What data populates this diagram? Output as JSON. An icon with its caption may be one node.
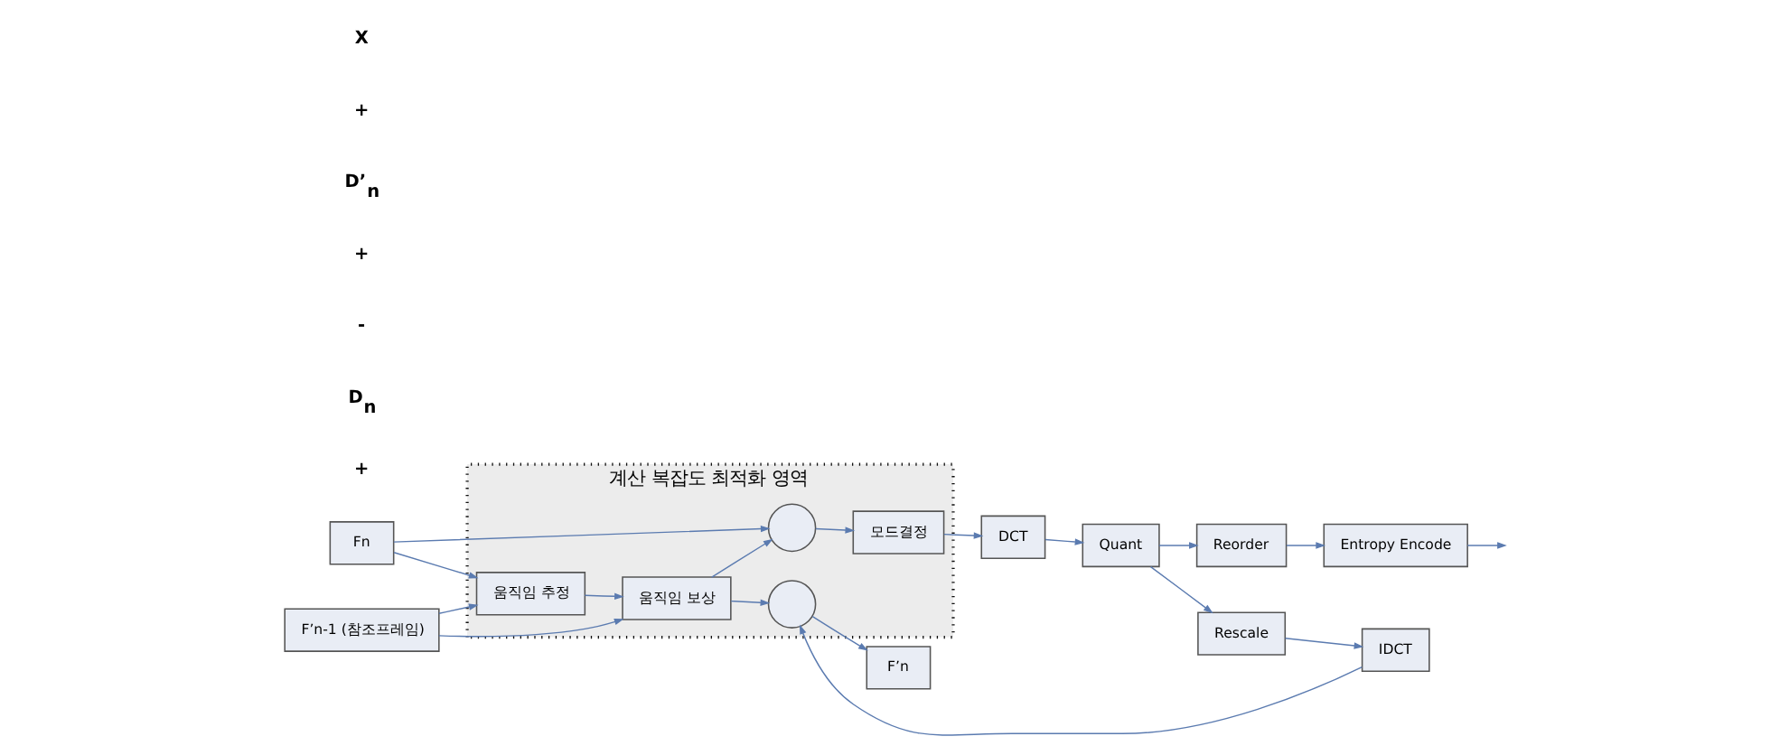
{
  "diagram": {
    "nodes": [
      {
        "text": [
          "계산 복잡도 최적화 영역"
        ]
      },
      {
        "text": [
          "Fn"
        ]
      },
      {
        "text": [
          "F’n-1 (참조프레임)"
        ]
      },
      {
        "text": [
          "움직임 추정"
        ],
        "in": 0
      },
      {
        "text": [
          "움직임 보상"
        ],
        "in": 0
      },
      {
        "text": [],
        "shape": "circle",
        "in": 0
      },
      {
        "text": [
          "모드결정"
        ],
        "in": 0
      },
      {
        "text": [
          "DCT"
        ]
      },
      {
        "text": [
          "Quant"
        ]
      },
      {
        "text": [],
        "shape": "circle",
        "in": 0
      },
      {
        "text": [
          "F’n"
        ]
      },
      {
        "text": [
          "IDCT"
        ]
      },
      {
        "text": [
          "Rescale"
        ]
      },
      {
        "text": [
          "Reorder"
        ]
      },
      {
        "text": [
          "Entropy Encode"
        ]
      }
    ],
    "edges": [
      {
        "from": 1,
        "to": 5,
        "arrow": "to"
      },
      {
        "from": 1,
        "to": 3,
        "arrow": "to"
      },
      {
        "from": 2,
        "to": 3,
        "arrow": "to"
      },
      {
        "from": 2,
        "to": 4,
        "arrow": "to"
      },
      {
        "from": 3,
        "to": 4,
        "arrow": "to"
      },
      {
        "from": 4,
        "to": 5,
        "arrow": "to"
      },
      {
        "from": 4,
        "to": 9,
        "arrow": "to"
      },
      {
        "from": 5,
        "to": 6,
        "arrow": "to"
      },
      {
        "from": 6,
        "to": 7,
        "arrow": "to"
      },
      {
        "from": 7,
        "to": 8,
        "arrow": "to"
      },
      {
        "from": 8,
        "to": 12,
        "arrow": "to"
      },
      {
        "from": 8,
        "to": 13,
        "arrow": "to"
      },
      {
        "from": 12,
        "to": 11,
        "arrow": "to"
      },
      {
        "from": 11,
        "to": 9,
        "arrow": "to"
      },
      {
        "from": 9,
        "to": 10,
        "arrow": "to"
      },
      {
        "from": 13,
        "to": 14,
        "arrow": "to"
      },
      {
        "from": 14,
        "to": null,
        "arrow": "to"
      }
    ],
    "labels": [
      "+",
      "D$_{n}$",
      "-",
      "+",
      "D’$_{n}$",
      "+",
      "X"
    ]
  }
}
